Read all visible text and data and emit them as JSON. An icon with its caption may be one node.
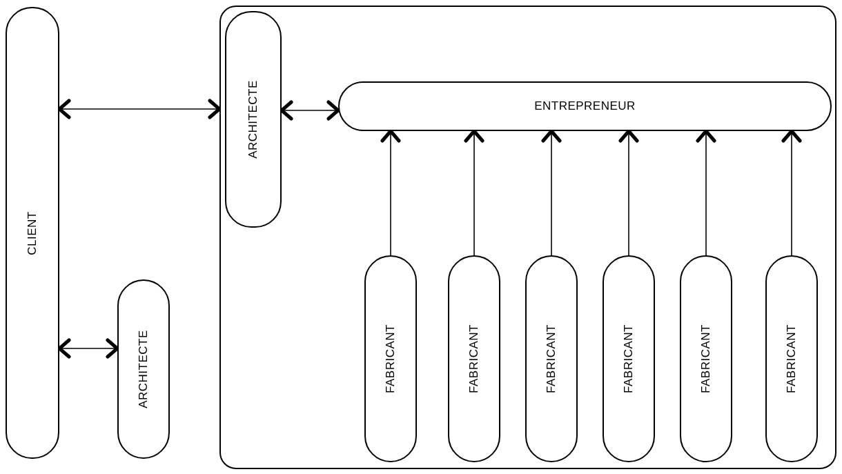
{
  "diagram": {
    "nodes": [
      {
        "text": [
          "CLIENT"
        ]
      },
      {
        "text": [
          "ARCHITECTE"
        ]
      },
      {
        "text": [],
        "shape": "box"
      },
      {
        "text": [
          "ARCHITECTE"
        ],
        "in": 2
      },
      {
        "text": [
          "ENTREPRENEUR"
        ],
        "in": 2
      },
      {
        "text": [
          "FABRICANT"
        ],
        "in": 2
      },
      {
        "text": [
          "FABRICANT"
        ],
        "in": 2
      },
      {
        "text": [
          "FABRICANT"
        ],
        "in": 2
      },
      {
        "text": [
          "FABRICANT"
        ],
        "in": 2
      },
      {
        "text": [
          "FABRICANT"
        ],
        "in": 2
      },
      {
        "text": [
          "FABRICANT"
        ],
        "in": 2
      }
    ],
    "edges": [
      {
        "from": 0,
        "to": 2,
        "arrow": "both"
      },
      {
        "from": 3,
        "to": 4,
        "arrow": "both"
      },
      {
        "from": 0,
        "to": 1,
        "arrow": "both"
      },
      {
        "from": 5,
        "to": 4,
        "arrow": "to"
      },
      {
        "from": 6,
        "to": 4,
        "arrow": "to"
      },
      {
        "from": 7,
        "to": 4,
        "arrow": "to"
      },
      {
        "from": 8,
        "to": 4,
        "arrow": "to"
      },
      {
        "from": 9,
        "to": 4,
        "arrow": "to"
      },
      {
        "from": 10,
        "to": 4,
        "arrow": "to"
      }
    ]
  }
}
